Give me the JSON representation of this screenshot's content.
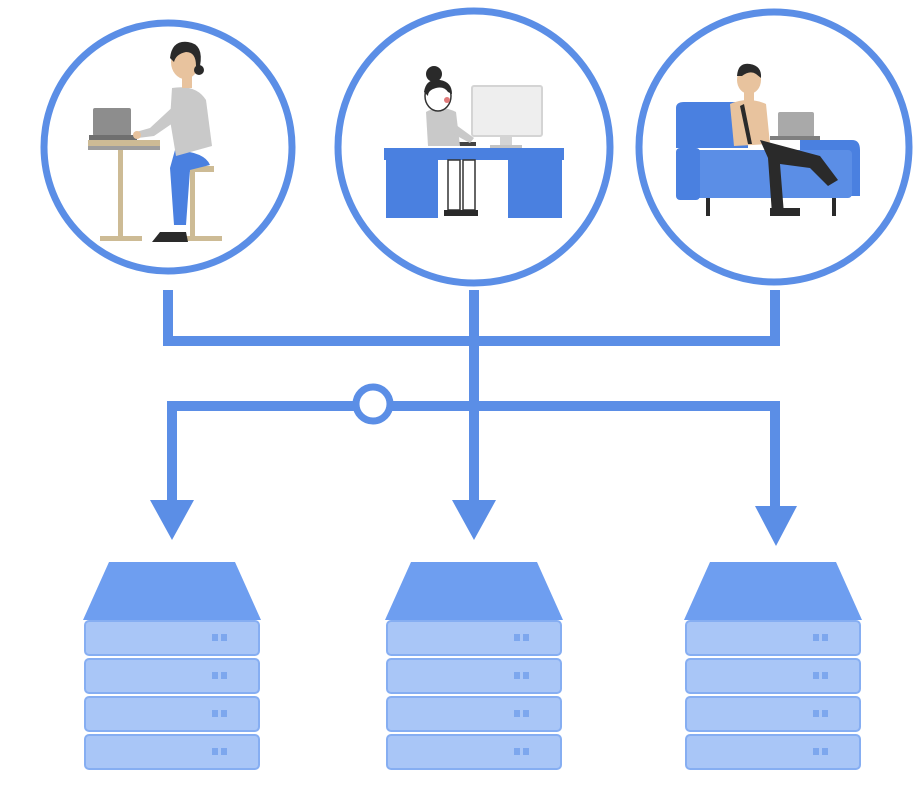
{
  "diagram": {
    "colors": {
      "line": "#5b8ee6",
      "server_top": "#6e9ef0",
      "server_unit": "#a9c6f7",
      "server_unit_stroke": "#86aef2",
      "server_light": "#7da7ee",
      "furniture": "#4a80e0",
      "skin": "#e8c39e",
      "hair": "#2a2a2a",
      "wood": "#cdbb95"
    },
    "people": [
      {
        "role": "person-at-standing-desk",
        "icon": "person-desk-icon"
      },
      {
        "role": "person-at-office-desk",
        "icon": "person-office-icon"
      },
      {
        "role": "person-on-sofa-with-laptop",
        "icon": "person-sofa-icon"
      }
    ],
    "servers": [
      {
        "icon": "server-stack-icon",
        "units": 4
      },
      {
        "icon": "server-stack-icon",
        "units": 4
      },
      {
        "icon": "server-stack-icon",
        "units": 4
      }
    ],
    "hub": {
      "icon": "load-balancer-node-icon"
    }
  }
}
